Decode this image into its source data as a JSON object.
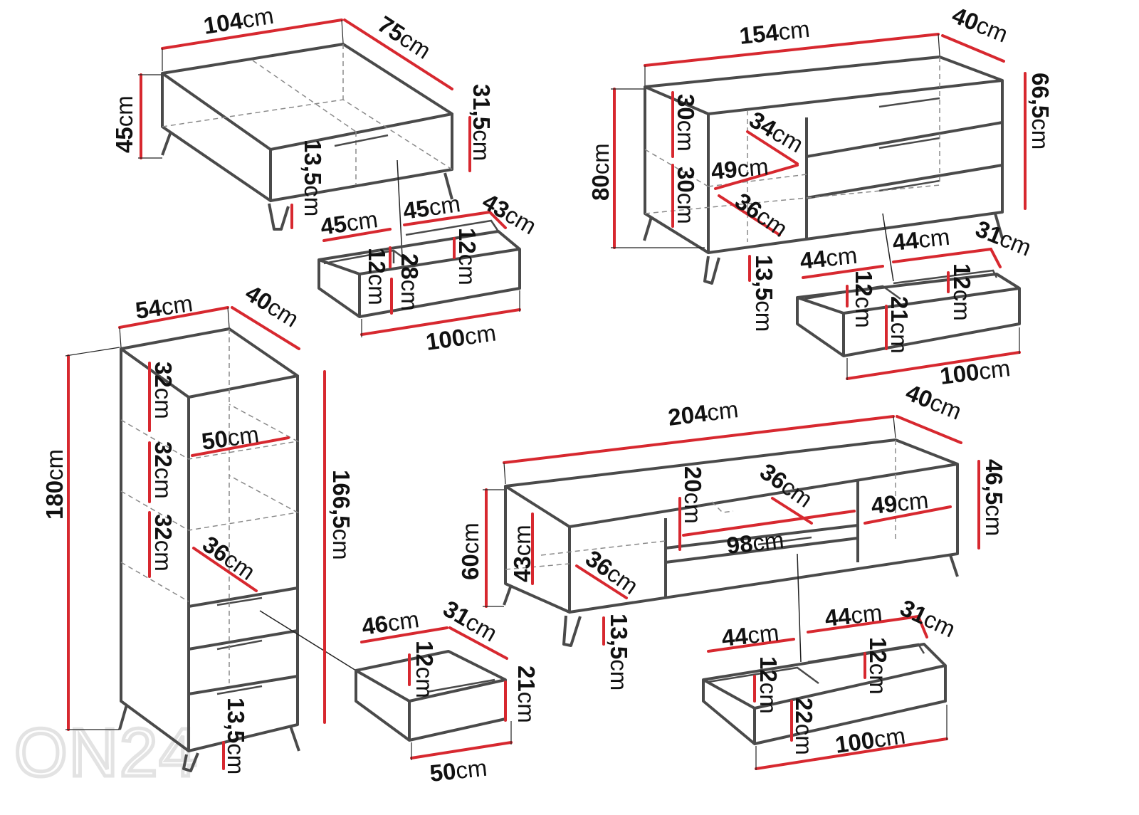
{
  "watermark": "ON24",
  "cofeeTable": {
    "width": {
      "num": "104",
      "unit": "cm"
    },
    "depth": {
      "num": "75",
      "unit": "cm"
    },
    "height": {
      "num": "45",
      "unit": "cm"
    },
    "bodyHeight": {
      "num": "31,5",
      "unit": "cm"
    },
    "legHeight": {
      "num": "13,5",
      "unit": "cm"
    },
    "drawerLeftWidth": {
      "num": "45",
      "unit": "cm"
    },
    "drawerRightWidth": {
      "num": "45",
      "unit": "cm"
    },
    "drawerDepth": {
      "num": "43",
      "unit": "cm"
    },
    "drawerInnerLeft": {
      "num": "12",
      "unit": "cm"
    },
    "drawerInnerRight": {
      "num": "12",
      "unit": "cm"
    },
    "drawerFront": {
      "num": "28",
      "unit": "cm"
    },
    "drawerTotal": {
      "num": "100",
      "unit": "cm"
    }
  },
  "sideboard": {
    "width": {
      "num": "154",
      "unit": "cm"
    },
    "depth": {
      "num": "40",
      "unit": "cm"
    },
    "height": {
      "num": "80",
      "unit": "cm"
    },
    "bodyHeight": {
      "num": "66,5",
      "unit": "cm"
    },
    "shelfTop": {
      "num": "30",
      "unit": "cm"
    },
    "shelfBottom": {
      "num": "30",
      "unit": "cm"
    },
    "shelfDepth": {
      "num": "34",
      "unit": "cm"
    },
    "shelfWidth": {
      "num": "49",
      "unit": "cm"
    },
    "shelfDiag": {
      "num": "36",
      "unit": "cm"
    },
    "legHeight": {
      "num": "13,5",
      "unit": "cm"
    },
    "drawerLeftWidth": {
      "num": "44",
      "unit": "cm"
    },
    "drawerRightWidth": {
      "num": "44",
      "unit": "cm"
    },
    "drawerDepth": {
      "num": "31",
      "unit": "cm"
    },
    "drawerInnerLeft": {
      "num": "12",
      "unit": "cm"
    },
    "drawerInnerRight": {
      "num": "12",
      "unit": "cm"
    },
    "drawerFront": {
      "num": "21",
      "unit": "cm"
    },
    "drawerTotal": {
      "num": "100",
      "unit": "cm"
    }
  },
  "tallCabinet": {
    "width": {
      "num": "54",
      "unit": "cm"
    },
    "depth": {
      "num": "40",
      "unit": "cm"
    },
    "height": {
      "num": "180",
      "unit": "cm"
    },
    "bodyHeight": {
      "num": "166,5",
      "unit": "cm"
    },
    "shelf1": {
      "num": "32",
      "unit": "cm"
    },
    "shelf2": {
      "num": "32",
      "unit": "cm"
    },
    "shelf3": {
      "num": "32",
      "unit": "cm"
    },
    "shelfWidth": {
      "num": "50",
      "unit": "cm"
    },
    "shelfDiag": {
      "num": "36",
      "unit": "cm"
    },
    "legHeight": {
      "num": "13,5",
      "unit": "cm"
    },
    "drawerWidth": {
      "num": "46",
      "unit": "cm"
    },
    "drawerDepth": {
      "num": "31",
      "unit": "cm"
    },
    "drawerInner": {
      "num": "12",
      "unit": "cm"
    },
    "drawerFront": {
      "num": "21",
      "unit": "cm"
    },
    "drawerTotal": {
      "num": "50",
      "unit": "cm"
    }
  },
  "tvStand": {
    "width": {
      "num": "204",
      "unit": "cm"
    },
    "depth": {
      "num": "40",
      "unit": "cm"
    },
    "height": {
      "num": "60",
      "unit": "cm"
    },
    "bodyHeight": {
      "num": "46,5",
      "unit": "cm"
    },
    "innerHeight": {
      "num": "43",
      "unit": "cm"
    },
    "topCompHeight": {
      "num": "20",
      "unit": "cm"
    },
    "topCompDiag": {
      "num": "36",
      "unit": "cm"
    },
    "rightCompWidth": {
      "num": "49",
      "unit": "cm"
    },
    "middleWidth": {
      "num": "98",
      "unit": "cm"
    },
    "leftCompDiag": {
      "num": "36",
      "unit": "cm"
    },
    "legHeight": {
      "num": "13,5",
      "unit": "cm"
    },
    "drawerLeftWidth": {
      "num": "44",
      "unit": "cm"
    },
    "drawerRightWidth": {
      "num": "44",
      "unit": "cm"
    },
    "drawerDepth": {
      "num": "31",
      "unit": "cm"
    },
    "drawerInnerLeft": {
      "num": "12",
      "unit": "cm"
    },
    "drawerInnerRight": {
      "num": "12",
      "unit": "cm"
    },
    "drawerFront": {
      "num": "22",
      "unit": "cm"
    },
    "drawerTotal": {
      "num": "100",
      "unit": "cm"
    }
  }
}
